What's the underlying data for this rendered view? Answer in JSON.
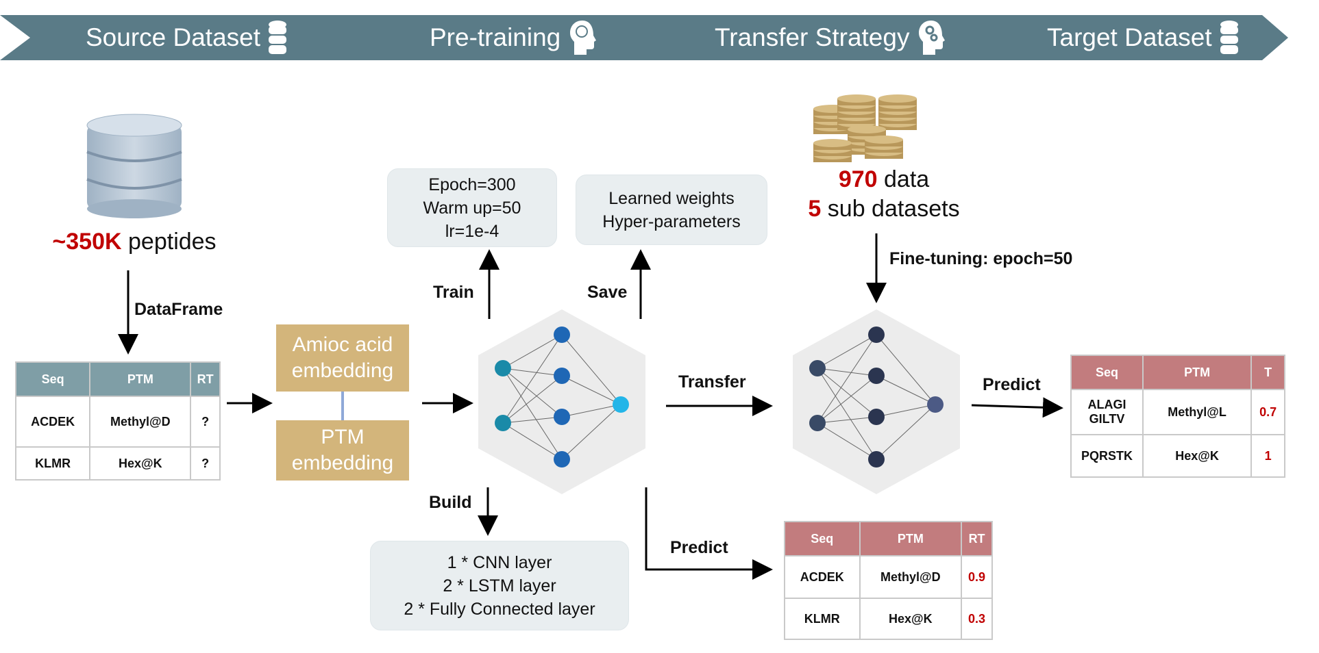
{
  "banner": {
    "steps": [
      "Source Dataset",
      "Pre-training",
      "Transfer Strategy",
      "Target Dataset"
    ],
    "color": "#5a7b87"
  },
  "source": {
    "count": "~350K",
    "unit": "peptides",
    "arrow_label": "DataFrame"
  },
  "input_table": {
    "headers": [
      "Seq",
      "PTM",
      "RT"
    ],
    "rows": [
      [
        "ACDEK",
        "Methyl@D",
        "?"
      ],
      [
        "KLMR",
        "Hex@K",
        "?"
      ]
    ]
  },
  "embedding": {
    "top": [
      "Amioc acid",
      "embedding"
    ],
    "bottom": [
      "PTM",
      "embedding"
    ]
  },
  "train": {
    "label": "Train",
    "lines": [
      "Epoch=300",
      "Warm up=50",
      "lr=1e-4"
    ]
  },
  "save": {
    "label": "Save",
    "lines": [
      "Learned weights",
      "Hyper-parameters"
    ]
  },
  "build": {
    "label": "Build",
    "lines": [
      "1 * CNN layer",
      "2 * LSTM layer",
      "2 * Fully Connected layer"
    ]
  },
  "transfer_label": "Transfer",
  "predict_label": "Predict",
  "pred_table": {
    "headers": [
      "Seq",
      "PTM",
      "RT"
    ],
    "rows": [
      [
        "ACDEK",
        "Methyl@D",
        "0.9"
      ],
      [
        "KLMR",
        "Hex@K",
        "0.3"
      ]
    ]
  },
  "target": {
    "count": "970",
    "count_unit": "data",
    "subsets": "5",
    "subsets_unit": "sub datasets",
    "finetune_label": "Fine-tuning: epoch=50"
  },
  "target_table": {
    "headers": [
      "Seq",
      "PTM",
      "T"
    ],
    "rows": [
      [
        "ALAGI GILTV",
        "Methyl@L",
        "0.7"
      ],
      [
        "PQRSTK",
        "Hex@K",
        "1"
      ]
    ]
  }
}
